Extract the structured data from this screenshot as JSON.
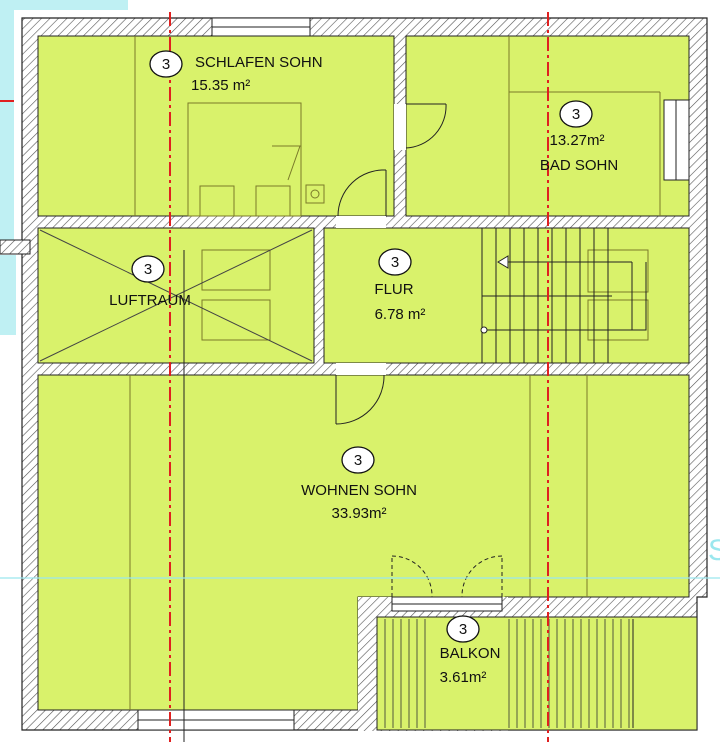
{
  "colors": {
    "room_fill": "#d9f26b",
    "wall": "#ffffff",
    "hatch": "#555555",
    "outline": "#222222",
    "dim_red": "#e02020",
    "water": "#bff0f3",
    "cyan_line": "#9be7ee"
  },
  "rooms": {
    "schlafen": {
      "number": "3",
      "name": "SCHLAFEN SOHN",
      "area": "15.35 m²"
    },
    "bad": {
      "number": "3",
      "area": "13.27m²",
      "name": "BAD SOHN"
    },
    "luftraum": {
      "number": "3",
      "name": "LUFTRAUM"
    },
    "flur": {
      "number": "3",
      "name": "FLUR",
      "area": "6.78 m²"
    },
    "wohnen": {
      "number": "3",
      "name": "WOHNEN SOHN",
      "area": "33.93m²"
    },
    "balkon": {
      "number": "3",
      "name": "BALKON",
      "area": "3.61m²"
    }
  },
  "edge_letter": "S"
}
